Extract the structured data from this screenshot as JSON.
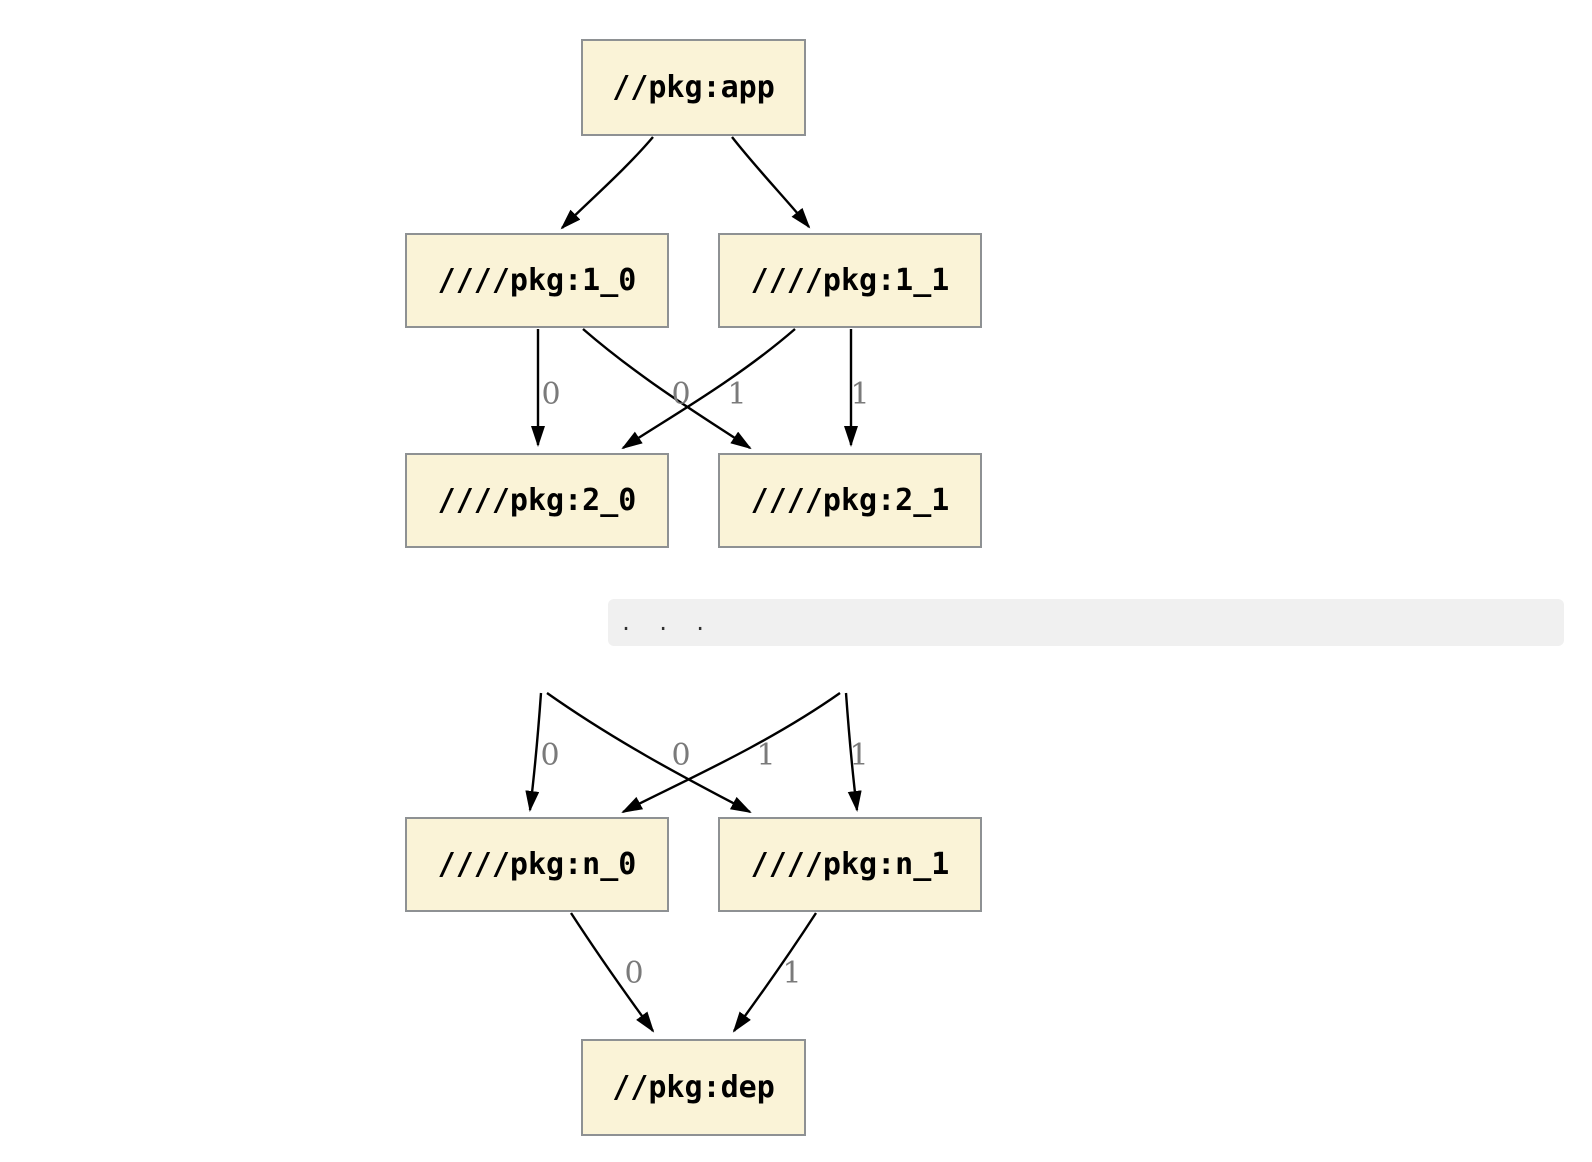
{
  "graph": {
    "nodes": [
      {
        "id": "app",
        "label": "//pkg:app"
      },
      {
        "id": "1_0",
        "label": "////pkg:1_0"
      },
      {
        "id": "1_1",
        "label": "////pkg:1_1"
      },
      {
        "id": "2_0",
        "label": "////pkg:2_0"
      },
      {
        "id": "2_1",
        "label": "////pkg:2_1"
      },
      {
        "id": "n_0",
        "label": "////pkg:n_0"
      },
      {
        "id": "n_1",
        "label": "////pkg:n_1"
      },
      {
        "id": "dep",
        "label": "//pkg:dep"
      }
    ],
    "edges": [
      {
        "from": "app",
        "to": "1_0",
        "label": ""
      },
      {
        "from": "app",
        "to": "1_1",
        "label": ""
      },
      {
        "from": "1_0",
        "to": "2_0",
        "label": "0"
      },
      {
        "from": "1_0",
        "to": "2_1",
        "label": "1"
      },
      {
        "from": "1_1",
        "to": "2_0",
        "label": "0"
      },
      {
        "from": "1_1",
        "to": "2_1",
        "label": "1"
      },
      {
        "from": "ellipsis",
        "to": "n_0",
        "label": "0"
      },
      {
        "from": "ellipsis",
        "to": "n_1",
        "label": "1"
      },
      {
        "from": "ellipsis",
        "to": "n_0",
        "label": "0"
      },
      {
        "from": "ellipsis",
        "to": "n_1",
        "label": "1"
      },
      {
        "from": "n_0",
        "to": "dep",
        "label": "0"
      },
      {
        "from": "n_1",
        "to": "dep",
        "label": "1"
      }
    ],
    "edge_labels": {
      "l1_0_to_2_0": "0",
      "l1_0_to_2_1": "1",
      "l1_1_to_2_0": "0",
      "l1_1_to_2_1": "1",
      "lellipsis_to_n_0_straight": "0",
      "lellipsis_to_n_0_cross": "0",
      "lellipsis_to_n_1_cross": "1",
      "lellipsis_to_n_1_straight": "1",
      "ln_0_to_dep": "0",
      "ln_1_to_dep": "1"
    },
    "ellipsis": ". . .",
    "colors": {
      "node_fill": "#faf3d7",
      "node_border": "#8e9193",
      "edge_stroke": "#000000",
      "edge_label_text": "#7a7a7a",
      "ellipsis_band_bg": "#f0f0f0",
      "ellipsis_text": "#2f2f2f"
    }
  }
}
